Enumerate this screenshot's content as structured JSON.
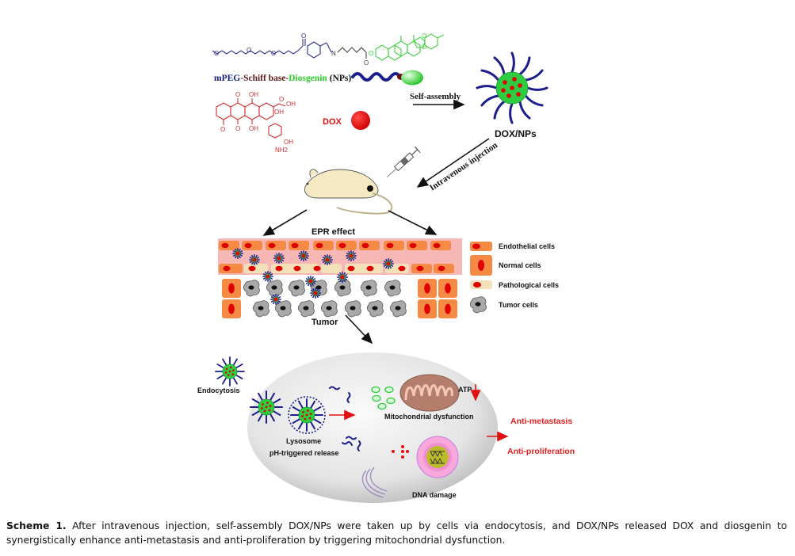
{
  "molecule": {
    "polymer_label_parts": [
      {
        "text": "mPEG",
        "color": "#1a237e"
      },
      {
        "text": "-Schiff base-",
        "color": "#5a1a1a"
      },
      {
        "text": "Diosgenin",
        "color": "#2ecc2e"
      },
      {
        "text": " (NPs)",
        "color": "#111111"
      }
    ],
    "structure_atoms": [
      "O",
      "O",
      "O",
      "O",
      "N",
      "O",
      "O",
      "O",
      "O"
    ],
    "dox_atoms": [
      "O",
      "OH",
      "O",
      "OH",
      "OH",
      "OH",
      "O",
      "O",
      "OH",
      "NH2"
    ],
    "dox_label": "DOX"
  },
  "labels": {
    "self_assembly": "Self-assembly",
    "dox_nps": "DOX/NPs",
    "intravenous_injection": "Intravenous injection",
    "epr_effect": "EPR effect",
    "tumor": "Tumor",
    "endocytosis": "Endocytosis",
    "lysosome": "Lysosome",
    "ph_release": "pH-triggered release",
    "mito_dysfunction": "Mitochondrial dysfunction",
    "atp": "ATP",
    "dna_damage": "DNA damage",
    "anti_metastasis": "Anti-metastasis",
    "anti_proliferation": "Anti-proliferation"
  },
  "legend": [
    {
      "label": "Endothelial cells",
      "icon": "endothelial-cell-icon"
    },
    {
      "label": "Normal cells",
      "icon": "normal-cell-icon"
    },
    {
      "label": "Pathological cells",
      "icon": "pathological-cell-icon"
    },
    {
      "label": "Tumor cells",
      "icon": "tumor-cell-icon"
    }
  ],
  "colors": {
    "peg_blue": "#1a1f8c",
    "diosgenin_green": "#2ecc40",
    "dox_red": "#e00000",
    "endothelial": "#f58a45",
    "vessel": "#f7b7b5",
    "pathological": "#f2e0b8",
    "tumor_gray": "#a9a9a9",
    "effect_red": "#e02020"
  },
  "caption": {
    "label": "Scheme 1.",
    "text": " After intravenous injection, self-assembly DOX/NPs were taken up by cells via endocytosis, and DOX/NPs released DOX and diosgenin to synergistically enhance anti-metastasis and anti-proliferation by triggering mitochondrial dysfunction."
  }
}
